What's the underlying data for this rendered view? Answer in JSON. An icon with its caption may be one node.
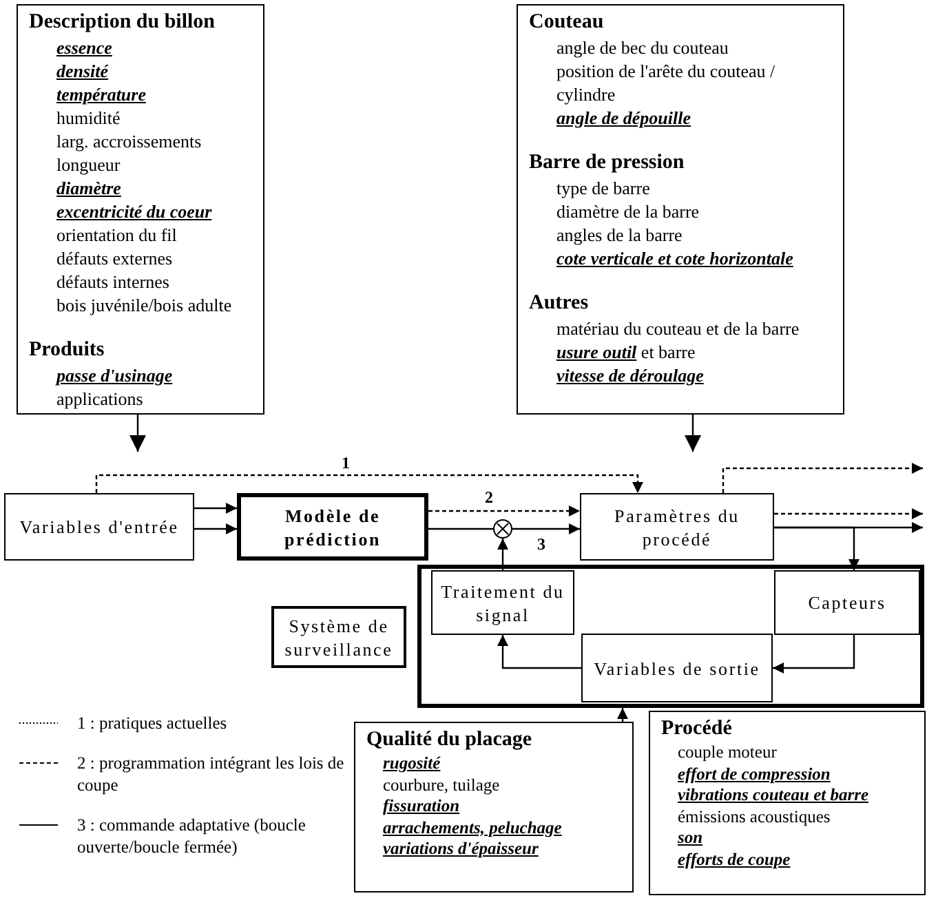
{
  "diagram": {
    "nodes": [
      {
        "text": [
          "Description du billon",
          "**essence**",
          "**densité**",
          "**température**",
          "humidité",
          "larg. accroissements",
          "longueur",
          "**diamètre**",
          "**excentricité du coeur**",
          "orientation du fil",
          "défauts externes",
          "défauts internes",
          "bois juvénile/bois adulte",
          "Produits",
          "**passe d'usinage**",
          "applications"
        ]
      },
      {
        "text": [
          "Couteau",
          "angle de bec du couteau",
          "position de l'arête du couteau / cylindre",
          "**angle de dépouille**",
          "Barre de pression",
          "type de barre",
          "diamètre de la barre",
          "angles de la barre",
          "**cote verticale et cote horizontale**",
          "Autres",
          "matériau du couteau et de la barre",
          "**usure outil** et barre",
          "**vitesse de déroulage**"
        ]
      },
      {
        "text": [
          "Variables d'entrée"
        ]
      },
      {
        "text": [
          "Modèle de prédiction"
        ]
      },
      {
        "text": [
          "Paramètres du procédé"
        ]
      },
      {
        "text": [
          "Système de surveillance"
        ]
      },
      {
        "text": [],
        "shape": "box"
      },
      {
        "text": [
          "Traitement du signal"
        ],
        "in": 6
      },
      {
        "text": [
          "Capteurs"
        ],
        "in": 6
      },
      {
        "text": [
          "Variables de sortie"
        ],
        "in": 6
      },
      {
        "text": [],
        "shape": "circle"
      },
      {
        "text": [
          "Qualité du placage",
          "**rugosité**",
          "courbure, tuilage",
          "**fissuration**",
          "**arrachements, peluchage**",
          "**variations d'épaisseur**"
        ]
      },
      {
        "text": [
          "Procédé",
          "couple moteur",
          "**effort de compression**",
          "**vibrations couteau et barre**",
          "émissions acoustiques",
          "**son**",
          "**efforts de coupe**"
        ]
      }
    ],
    "edges": [
      {
        "from": 0,
        "to": null,
        "arrow": "to"
      },
      {
        "from": 2,
        "to": 4,
        "arrow": "to",
        "label": "1",
        "style": "dashed"
      },
      {
        "from": 2,
        "to": 3,
        "arrow": "to"
      },
      {
        "from": 2,
        "to": 3,
        "arrow": "to"
      },
      {
        "from": 3,
        "to": 4,
        "arrow": "to",
        "label": "2",
        "style": "dashed"
      },
      {
        "from": 3,
        "to": 10,
        "arrow": "none"
      },
      {
        "from": 10,
        "to": 4,
        "arrow": "to",
        "label": "3"
      },
      {
        "from": 7,
        "to": 10,
        "arrow": "to"
      },
      {
        "from": 4,
        "to": 8,
        "arrow": "to"
      },
      {
        "from": 8,
        "to": 9,
        "arrow": "to"
      },
      {
        "from": 9,
        "to": 7,
        "arrow": "to"
      },
      {
        "from": 4,
        "to": null,
        "arrow": "to",
        "style": "dashed"
      },
      {
        "from": 4,
        "to": null,
        "arrow": "to",
        "style": "dashed"
      },
      {
        "from": 4,
        "to": null,
        "arrow": "to"
      },
      {
        "from": 1,
        "to": null,
        "arrow": "to"
      },
      {
        "from": 11,
        "to": 6,
        "arrow": "to"
      }
    ],
    "legend": [
      {
        "text": "1 : pratiques actuelles"
      },
      {
        "text": "2 : programmation intégrant les lois de coupe"
      },
      {
        "text": "3 : commande adaptative (boucle ouverte/boucle fermée)"
      }
    ]
  }
}
